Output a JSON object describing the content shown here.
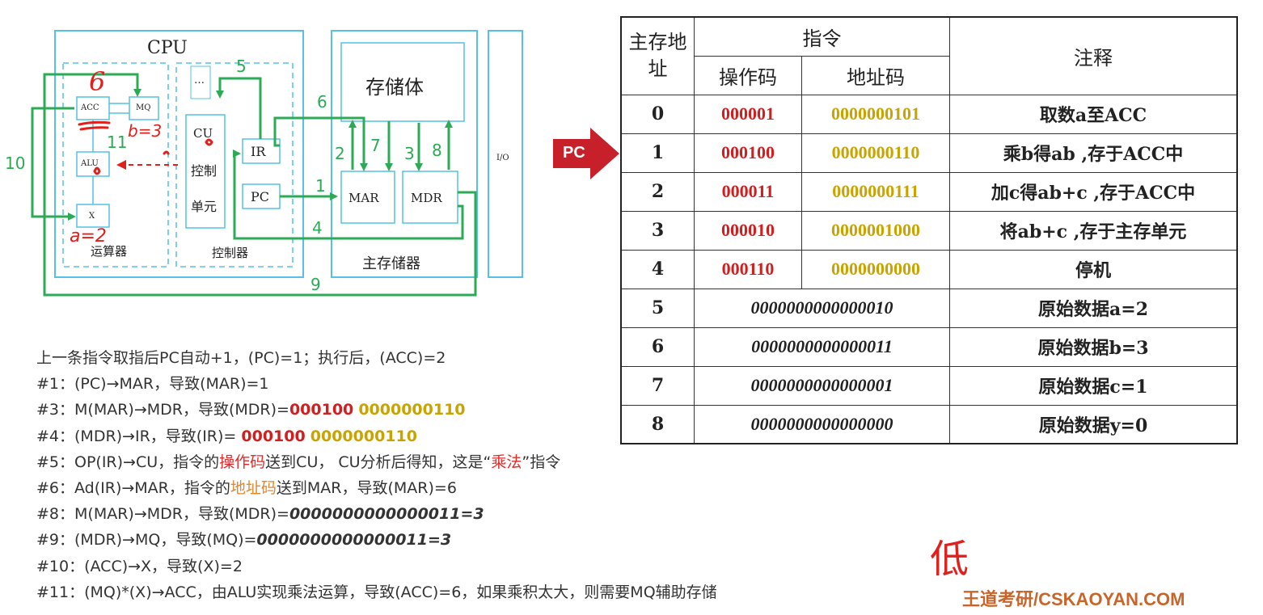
{
  "diagram": {
    "cpu_label": "CPU",
    "storage_label": "存储体",
    "main_memory_label": "主存储器",
    "alu_area_label": "运算器",
    "controller_label": "控制器",
    "io_label": "I/O",
    "acc": "ACC",
    "mq": "MQ",
    "alu": "ALU",
    "x": "X",
    "cu": "CU",
    "control_unit_1": "控制",
    "control_unit_2": "单元",
    "ir": "IR",
    "pc": "PC",
    "mar": "MAR",
    "mdr": "MDR",
    "dots": "…",
    "step_numbers": [
      "1",
      "2",
      "3",
      "4",
      "5",
      "6",
      "7",
      "8",
      "9",
      "10",
      "11"
    ]
  },
  "pc_marker": "PC",
  "table": {
    "headers": {
      "address": "主存地址",
      "instruction": "指令",
      "opcode": "操作码",
      "addrcode": "地址码",
      "note": "注释"
    },
    "rows": [
      {
        "addr": "0",
        "op": "000001",
        "ad": "0000000101",
        "note": "取数a至ACC"
      },
      {
        "addr": "1",
        "op": "000100",
        "ad": "0000000110",
        "note": "乘b得ab ,存于ACC中"
      },
      {
        "addr": "2",
        "op": "000011",
        "ad": "0000000111",
        "note": "加c得ab+c  ,存于ACC中"
      },
      {
        "addr": "3",
        "op": "000010",
        "ad": "0000001000",
        "note": "将ab+c ,存于主存单元"
      },
      {
        "addr": "4",
        "op": "000110",
        "ad": "0000000000",
        "note": "停机"
      }
    ],
    "data_rows": [
      {
        "addr": "5",
        "raw": "0000000000000010",
        "note": "原始数据a=2"
      },
      {
        "addr": "6",
        "raw": "0000000000000011",
        "note": "原始数据b=3"
      },
      {
        "addr": "7",
        "raw": "0000000000000001",
        "note": "原始数据c=1"
      },
      {
        "addr": "8",
        "raw": "0000000000000000",
        "note": "原始数据y=0"
      }
    ]
  },
  "steps": {
    "l0": "上一条指令取指后PC自动+1，(PC)=1；执行后，(ACC)=2",
    "l1": "#1：(PC)→MAR，导致(MAR)=1",
    "l2a": "#3：M(MAR)→MDR，导致(MDR)=",
    "l2op": "000100",
    "l2ad": "0000000110",
    "l3a": "#4：(MDR)→IR，导致(IR)= ",
    "l3op": "000100",
    "l3ad": "0000000110",
    "l4a": "#5：OP(IR)→CU，指令的",
    "l4b": "操作码",
    "l4c": "送到CU， CU分析后得知，这是“",
    "l4d": "乘法",
    "l4e": "”指令",
    "l5a": "#6：Ad(IR)→MAR，指令的",
    "l5b": "地址码",
    "l5c": "送到MAR，导致(MAR)=6",
    "l6a": "#8：M(MAR)→MDR，导致(MDR)=",
    "l6b": "0000000000000011=3",
    "l7a": "#9：(MDR)→MQ，导致(MQ)=",
    "l7b": "0000000000000011=3",
    "l8": "#10：(ACC)→X，导致(X)=2",
    "l9": "#11：(MQ)*(X)→ACC，由ALU实现乘法运算，导致(ACC)=6，如果乘积太大，则需要MQ辅助存储"
  },
  "handwriting": {
    "six": "6",
    "b3": "b=3",
    "a2": "a=2",
    "low": "低"
  },
  "watermark": "王道考研/CSKAOYAN.COM",
  "colors": {
    "diagram_box": "#55c1e6",
    "data_path": "#2daa55",
    "opcode": "#d11f1f",
    "address_code": "#c9a400",
    "ink": "#e0201c",
    "pc_arrow": "#c8202a"
  }
}
